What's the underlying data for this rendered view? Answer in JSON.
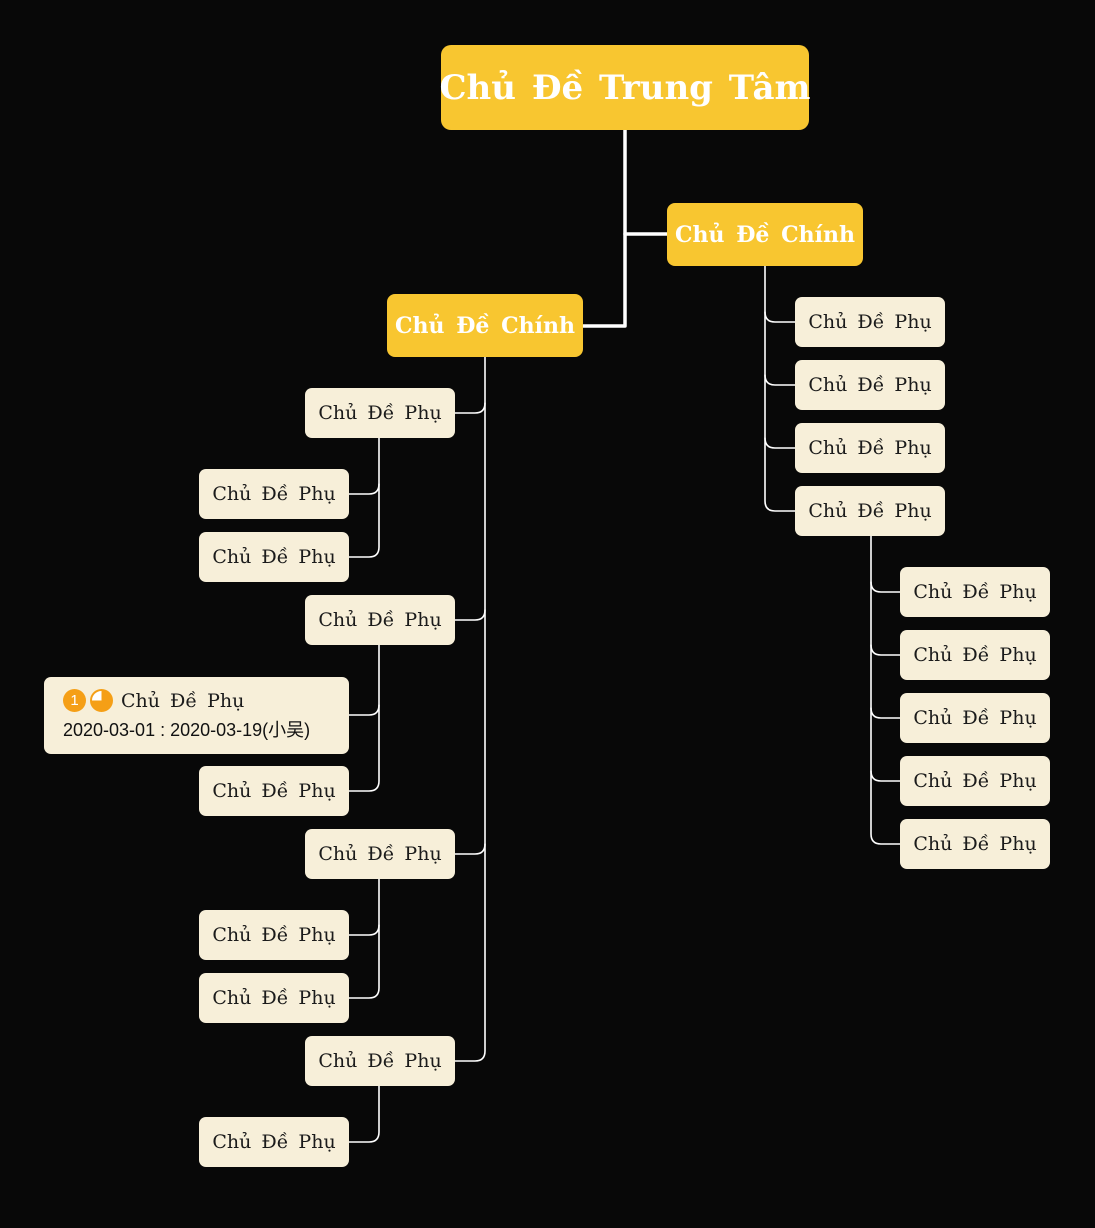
{
  "colors": {
    "background": "#080808",
    "central_fill": "#f8c630",
    "main_fill": "#f8c630",
    "sub_fill": "#f7efd9",
    "text_light": "#ffffff",
    "text_dark": "#1b1b1b",
    "connector": "#ffffff",
    "badge": "#f59f16"
  },
  "central": {
    "label": "Chủ Đề Trung Tâm"
  },
  "right_branch": {
    "label": "Chủ Đề Chính",
    "children": [
      {
        "label": "Chủ Đề Phụ"
      },
      {
        "label": "Chủ Đề Phụ"
      },
      {
        "label": "Chủ Đề Phụ"
      },
      {
        "label": "Chủ Đề Phụ",
        "children": [
          {
            "label": "Chủ Đề Phụ"
          },
          {
            "label": "Chủ Đề Phụ"
          },
          {
            "label": "Chủ Đề Phụ"
          },
          {
            "label": "Chủ Đề Phụ"
          },
          {
            "label": "Chủ Đề Phụ"
          }
        ]
      }
    ]
  },
  "left_branch": {
    "label": "Chủ Đề Chính",
    "children": [
      {
        "label": "Chủ Đề Phụ",
        "children": [
          {
            "label": "Chủ Đề Phụ"
          },
          {
            "label": "Chủ Đề Phụ"
          }
        ]
      },
      {
        "label": "Chủ Đề Phụ",
        "children": [
          {
            "label": "Chủ Đề Phụ",
            "priority": "1",
            "priority_icon": "priority-1-icon",
            "progress_icon": "progress-three-quarter-icon",
            "progress": 0.75,
            "schedule": "2020-03-01 : 2020-03-19(小吴)"
          },
          {
            "label": "Chủ Đề Phụ"
          }
        ]
      },
      {
        "label": "Chủ Đề Phụ",
        "children": [
          {
            "label": "Chủ Đề Phụ"
          },
          {
            "label": "Chủ Đề Phụ"
          }
        ]
      },
      {
        "label": "Chủ Đề Phụ",
        "children": [
          {
            "label": "Chủ Đề Phụ"
          }
        ]
      }
    ]
  }
}
